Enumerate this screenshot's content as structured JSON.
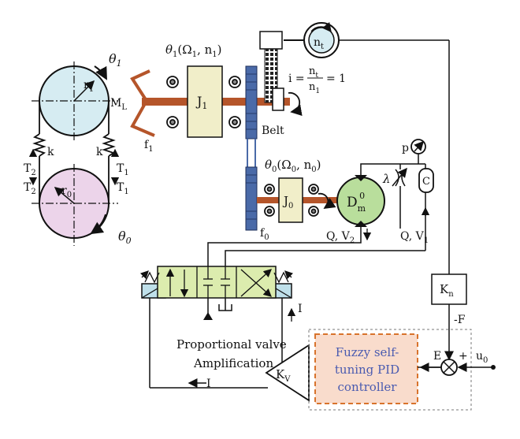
{
  "labels": {
    "theta1_pre": "θ",
    "theta1_sub": "1",
    "theta1_omega": "(Ω",
    "theta1_omega_sub": "1",
    "theta1_n": ", n",
    "theta1_n_sub": "1",
    "theta1_close": ")",
    "theta1_arrow": "θ",
    "theta1_arrow_sub": "1",
    "r1": "r",
    "r1_sub": "1",
    "ML": "M",
    "ML_sub": "L",
    "J1": "J",
    "J1_sub": "1",
    "f1": "f",
    "f1_sub": "1",
    "belt": "Belt",
    "ratio_i": "i =",
    "ratio_num": "n",
    "ratio_num_sub": "t",
    "ratio_den": "n",
    "ratio_den_sub": "1",
    "ratio_eq": "= 1",
    "nt": "n",
    "nt_sub": "t",
    "k_left": "k",
    "k_right": "k",
    "T2_top": "T",
    "T2_top_sub": "2",
    "T1_top": "T",
    "T1_top_sub": "1",
    "T2_bot": "T",
    "T2_bot_sub": "2",
    "T1_bot": "T",
    "T1_bot_sub": "1",
    "r0": "r",
    "r0_sub": "0",
    "theta0_arrow": "θ",
    "theta0_arrow_sub": "0",
    "theta0_pre": "θ",
    "theta0_sub": "0",
    "theta0_omega": "(Ω",
    "theta0_omega_sub": "0",
    "theta0_n": ", n",
    "theta0_n_sub": "0",
    "theta0_close": ")",
    "J0": "J",
    "J0_sub": "0",
    "f0": "f",
    "f0_sub": "0",
    "Dm": "D",
    "Dm_sub": "m",
    "Dm_sup": "0",
    "lambda": "λ",
    "p": "p",
    "C": "C",
    "Q_V2": "Q, V",
    "Q_V2_sub": "2",
    "Q_V1": "Q, V",
    "Q_V1_sub": "1",
    "Kn": "K",
    "Kn_sub": "n",
    "minusF": "-F",
    "E": "E",
    "plus": "+",
    "u0": "u",
    "u0_sub": "0",
    "I_up": "I",
    "I_bottom": "I",
    "prop_valve": "Proportional valve",
    "amplification": "Amplification",
    "KV": "K",
    "KV_sub": "V",
    "fuzzy_1": "Fuzzy self-",
    "fuzzy_2": "tuning PID",
    "fuzzy_3": "controller"
  },
  "colors": {
    "drum_top": "#d6ecf2",
    "drum_bottom": "#ecd4ea",
    "shaft": "#b5552a",
    "inertia": "#f1eec9",
    "pulley": "#4a6aa8",
    "motor": "#b9de9c",
    "valve": "#dcecae",
    "valve_end": "#bfe0ea",
    "controller_fill": "#f9dccc",
    "controller_text": "#4a5bb0",
    "controller_border": "#d8732c"
  }
}
